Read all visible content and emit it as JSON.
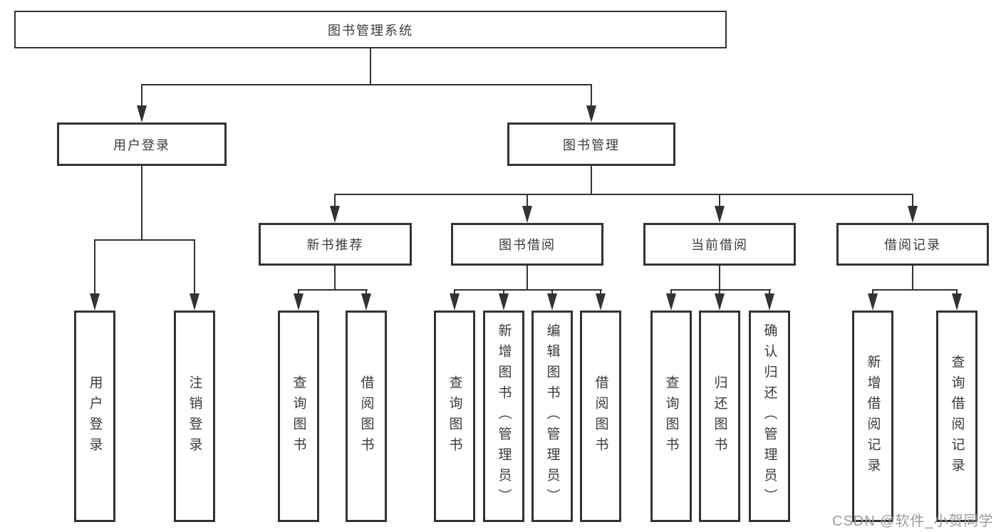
{
  "diagram": {
    "root": {
      "label": "图书管理系统"
    },
    "level1": [
      {
        "label": "用户登录"
      },
      {
        "label": "图书管理"
      }
    ],
    "level2": [
      {
        "label": "新书推荐"
      },
      {
        "label": "图书借阅"
      },
      {
        "label": "当前借阅"
      },
      {
        "label": "借阅记录"
      }
    ],
    "leaves_user_login": [
      {
        "label": "用户登录"
      },
      {
        "label": "注销登录"
      }
    ],
    "leaves_new_books": [
      {
        "label": "查询图书"
      },
      {
        "label": "借阅图书"
      }
    ],
    "leaves_book_borrow": [
      {
        "label": "查询图书"
      },
      {
        "label": "新增图书（管理员）"
      },
      {
        "label": "编辑图书（管理员）"
      },
      {
        "label": "借阅图书"
      }
    ],
    "leaves_current_borrow": [
      {
        "label": "查询图书"
      },
      {
        "label": "归还图书"
      },
      {
        "label": "确认归还（管理员）"
      }
    ],
    "leaves_borrow_records": [
      {
        "label": "新增借阅记录"
      },
      {
        "label": "查询借阅记录"
      }
    ],
    "watermark": "CSDN @软件_小贺同学",
    "colors": {
      "line": "#333333",
      "box_border": "#333333",
      "box_fill": "#ffffff",
      "text": "#3a3a3a",
      "watermark": "#9b9b9b"
    }
  }
}
